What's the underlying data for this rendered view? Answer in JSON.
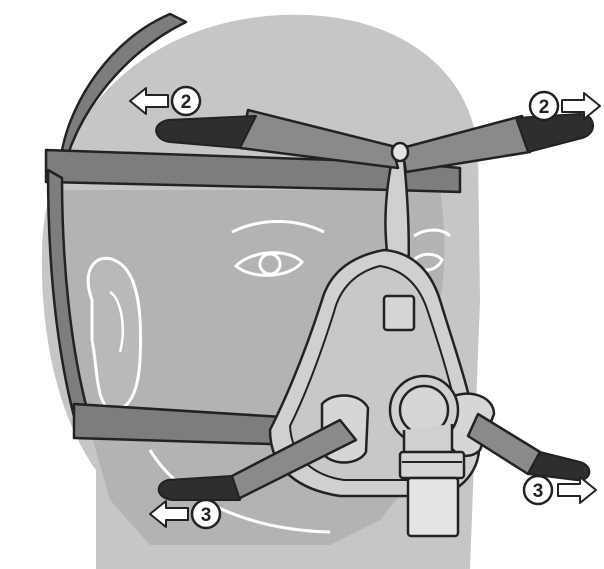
{
  "figure": {
    "type": "mask-fitting-illustration",
    "colors": {
      "background": "#ffffff",
      "head": "#c6c6c6",
      "face_shadow": "#b3b3b3",
      "strap": "#7d7d7d",
      "strap_tab": "#2e2e2e",
      "mask_frame": "#d0d0d0",
      "outline": "#222222"
    }
  },
  "callouts": [
    {
      "id": "upper-left",
      "number": "2",
      "arrow_direction": "left",
      "icon": "arrow-left-icon"
    },
    {
      "id": "upper-right",
      "number": "2",
      "arrow_direction": "right",
      "icon": "arrow-right-icon"
    },
    {
      "id": "lower-left",
      "number": "3",
      "arrow_direction": "left",
      "icon": "arrow-left-icon"
    },
    {
      "id": "lower-right",
      "number": "3",
      "arrow_direction": "right",
      "icon": "arrow-right-icon"
    }
  ]
}
